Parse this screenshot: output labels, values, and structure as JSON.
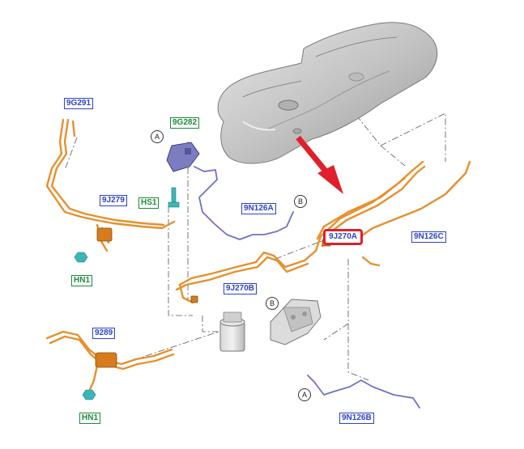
{
  "callouts": {
    "c_9g291": "9G291",
    "c_9g282": "9G282",
    "c_9j279": "9J279",
    "c_hs1": "HS1",
    "c_9n126a": "9N126A",
    "c_9j270a": "9J270A",
    "c_9n126c": "9N126C",
    "c_hn1_top": "HN1",
    "c_9j270b": "9J270B",
    "c_9289": "9289",
    "c_hn1_bottom": "HN1",
    "c_9n126b": "9N126B"
  },
  "markers": {
    "a_top": "A",
    "b_top": "B",
    "b_mid": "B",
    "a_bottom": "A"
  },
  "colors": {
    "pipe_orange": "#e6902e",
    "pipe_blue": "#7070c8",
    "tank_gray": "#c9c9c9",
    "arrow_red": "#e0202a",
    "label_blue": "#2d43c8",
    "label_green": "#1c8a3a"
  }
}
